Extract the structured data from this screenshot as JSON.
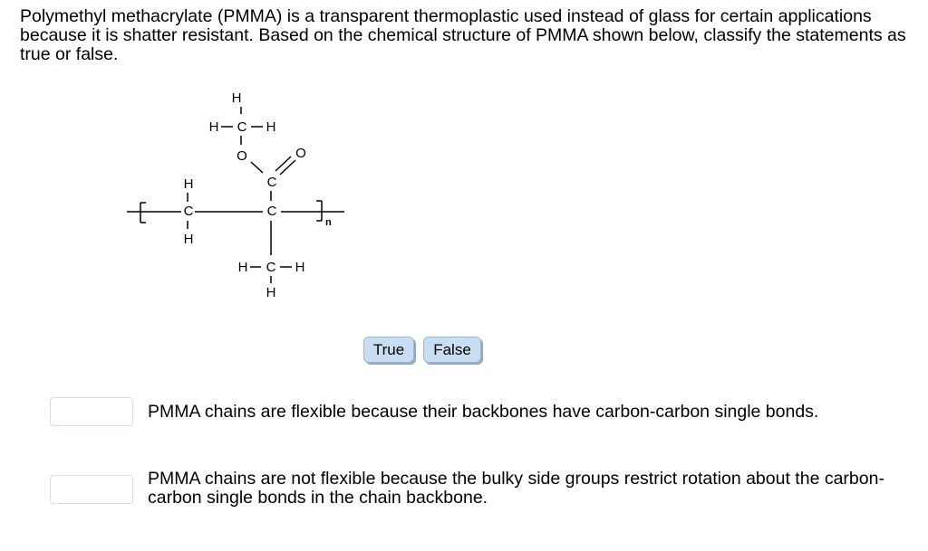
{
  "question": {
    "prompt": "Polymethyl methacrylate (PMMA) is a transparent thermoplastic used instead of glass for certain applications because it is shatter resistant. Based on the chemical structure of PMMA shown below, classify the statements as true or false."
  },
  "structure": {
    "labels": {
      "h": "H",
      "c": "C",
      "o": "O",
      "n": "n"
    }
  },
  "answer_bank": {
    "true_label": "True",
    "false_label": "False"
  },
  "statements": [
    {
      "text": "PMMA chains are flexible because their backbones have carbon-carbon single bonds."
    },
    {
      "text": "PMMA chains are not flexible because the bulky side groups restrict rotation about the carbon-carbon single bonds in the chain backbone."
    }
  ],
  "colors": {
    "chip_fill": "#c9def3",
    "chip_border": "#9db6d1",
    "drop_border": "#cfe0f1"
  }
}
